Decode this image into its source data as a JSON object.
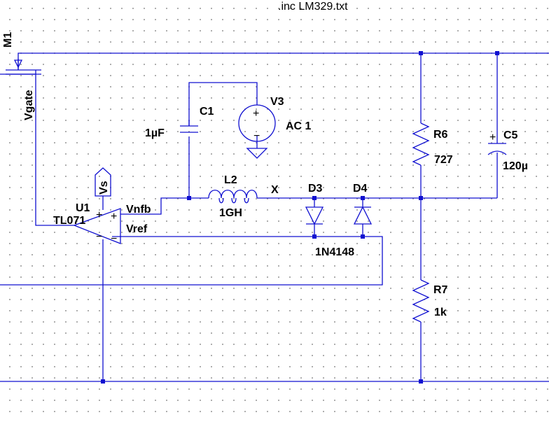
{
  "directive": ".inc LM329.txt",
  "components": {
    "m1": {
      "ref": "M1"
    },
    "u1": {
      "ref": "U1",
      "model": "TL071"
    },
    "c1": {
      "ref": "C1",
      "value": "1µF"
    },
    "v3": {
      "ref": "V3",
      "value": "AC 1"
    },
    "l2": {
      "ref": "L2",
      "value": "1GH"
    },
    "d3": {
      "ref": "D3"
    },
    "d4": {
      "ref": "D4"
    },
    "diode_model": "1N4148",
    "r6": {
      "ref": "R6",
      "value": "727"
    },
    "r7": {
      "ref": "R7",
      "value": "1k"
    },
    "c5": {
      "ref": "C5",
      "value": "120µ"
    }
  },
  "nets": {
    "vgate": "Vgate",
    "vs": "Vs",
    "vnfb": "Vnfb",
    "vref": "Vref",
    "x": "X"
  },
  "opamp_pins": {
    "plus": "+",
    "minus": "−"
  },
  "source_pins": {
    "plus": "+",
    "minus": "−"
  }
}
